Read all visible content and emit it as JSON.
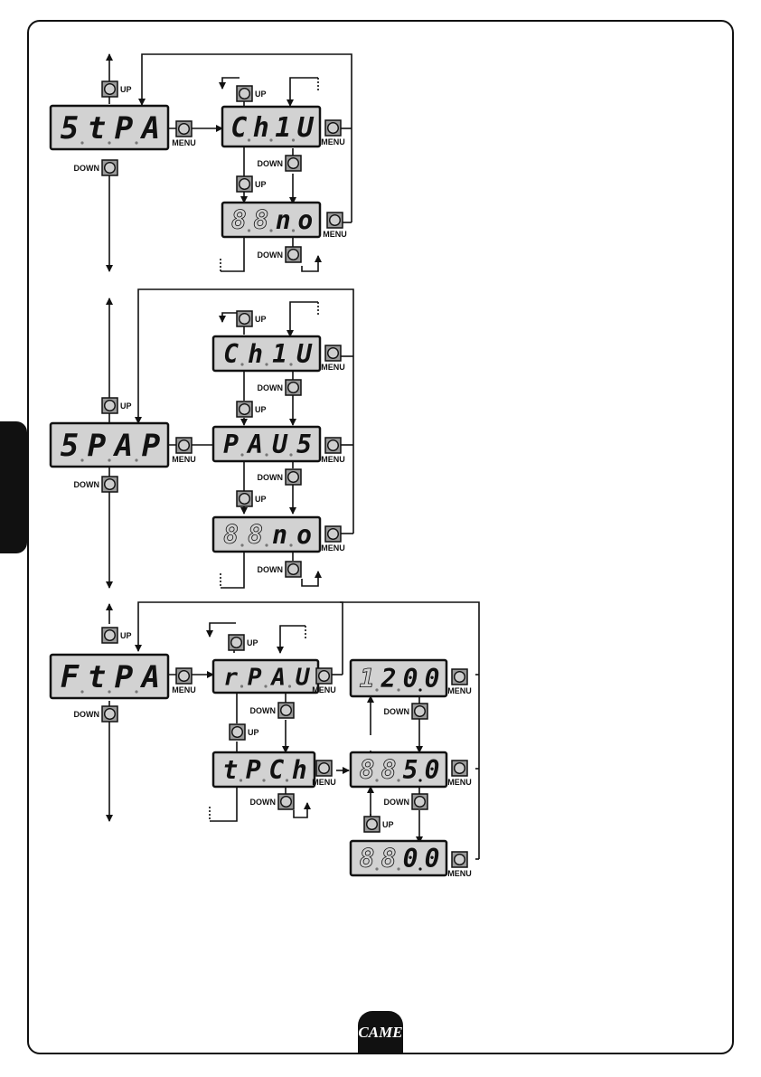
{
  "labels": {
    "up": "UP",
    "down": "DOWN",
    "menu": "MENU"
  },
  "footer": {
    "logo": "CAME"
  },
  "sections": [
    {
      "main": [
        "5",
        "t",
        "P",
        "A"
      ],
      "items": [
        [
          "C",
          "h",
          "1",
          "U"
        ],
        [
          "8",
          "8",
          "n",
          "o"
        ]
      ],
      "ghost_items": [
        [],
        [
          0,
          1
        ]
      ]
    },
    {
      "main": [
        "5",
        "P",
        "A",
        "P"
      ],
      "items": [
        [
          "C",
          "h",
          "1",
          "U"
        ],
        [
          "P",
          "A",
          "U",
          "5"
        ],
        [
          "8",
          "8",
          "n",
          "o"
        ]
      ],
      "ghost_items": [
        [],
        [],
        [
          0,
          1
        ]
      ]
    },
    {
      "main": [
        "F",
        "t",
        "P",
        "A"
      ],
      "items": [
        [
          "r",
          "P",
          "A",
          "U"
        ],
        [
          "t",
          "P",
          "C",
          "h"
        ]
      ],
      "values": [
        [
          "1",
          "2",
          "0",
          "0"
        ],
        [
          "8",
          "8",
          "5",
          "0"
        ],
        [
          "8",
          "8",
          "0",
          "0"
        ]
      ],
      "ghost_values": [
        [
          0
        ],
        [
          0,
          1
        ],
        [
          0,
          1
        ]
      ],
      "value_dots": [
        2,
        2,
        2
      ]
    }
  ]
}
